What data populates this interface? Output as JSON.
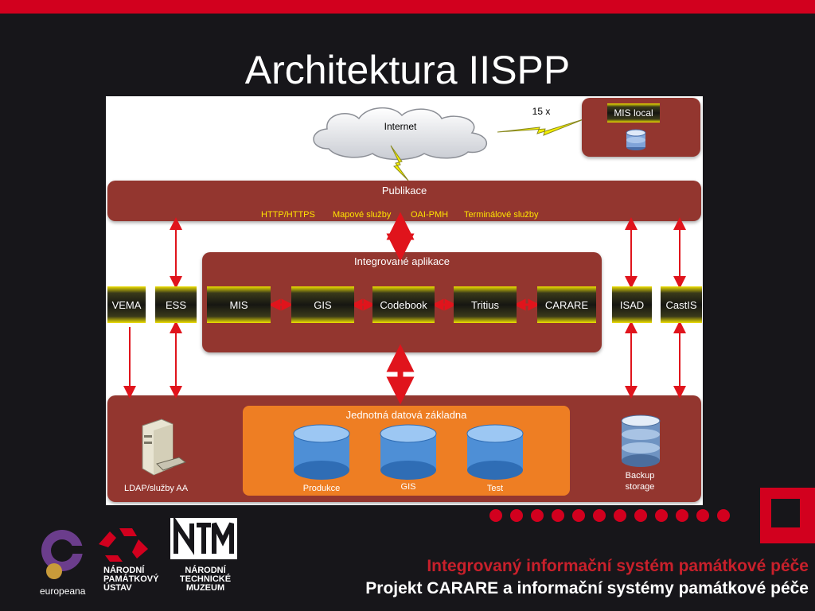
{
  "slide": {
    "title": "Architektura IISPP",
    "footer_line1": "Integrovaný informační systém památkové péče",
    "footer_line2": "Projekt CARARE a informační systémy památkové péče"
  },
  "diagram": {
    "internet": "Internet",
    "link_count": "15 x",
    "mis_local": "MIS local",
    "publikace": {
      "title": "Publikace",
      "services": [
        "HTTP/HTTPS",
        "Mapové služby",
        "OAI-PMH",
        "Terminálové služby"
      ]
    },
    "integrated": {
      "title": "Integrované aplikace",
      "modules": [
        "MIS",
        "GIS",
        "Codebook",
        "Tritius",
        "CARARE"
      ]
    },
    "side_systems": {
      "vema": "VEMA",
      "ess": "ESS",
      "isad": "ISAD",
      "castis": "CastIS"
    },
    "storage": {
      "title": "Jednotná datová základna",
      "databases": [
        "Produkce",
        "GIS",
        "Test"
      ],
      "ldap": "LDAP/služby AA",
      "backup_line1": "Backup",
      "backup_line2": "storage"
    }
  },
  "logos": {
    "europeana": "europeana",
    "npu": [
      "NÁRODNÍ",
      "PAMÁTKOVÝ",
      "ÚSTAV"
    ],
    "ntm": [
      "NÁRODNÍ",
      "TECHNICKÉ",
      "MUZEUM"
    ]
  },
  "colors": {
    "accent_red": "#d2001e",
    "panel_brown": "#93362f",
    "zone_orange": "#ee7e23",
    "service_yellow": "#ffe400"
  }
}
